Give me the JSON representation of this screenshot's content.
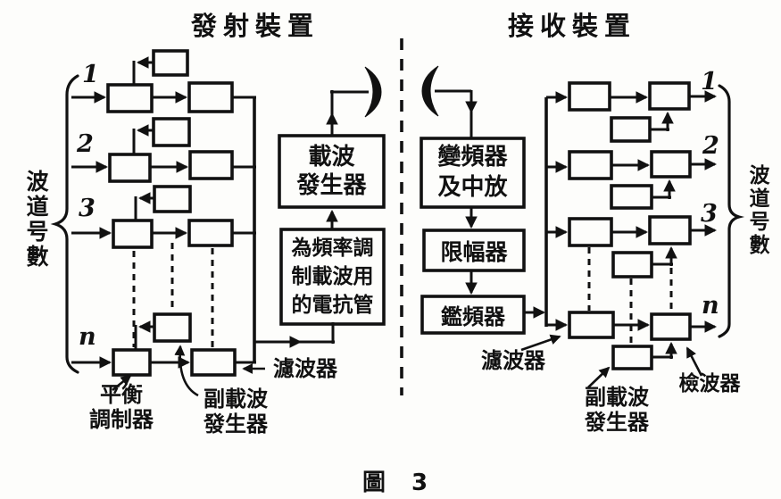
{
  "titles": {
    "transmitter": "發射裝置",
    "receiver": "接收裝置"
  },
  "caption": "圖 3",
  "side_labels": {
    "left": "波道号數",
    "right": "波道号數"
  },
  "channels": {
    "tx": [
      "1",
      "2",
      "3",
      "n"
    ],
    "rx": [
      "1",
      "2",
      "3",
      "n"
    ]
  },
  "tx": {
    "carrier_generator": "載波\n發生器",
    "reactance_tube": "為頻率調\n制載波用\n的電抗管",
    "balanced_modulator": "平衡\n調制器",
    "subcarrier_generator": "副載波\n發生器",
    "filter": "濾波器"
  },
  "rx": {
    "mixer_if": "變頻器\n及中放",
    "limiter": "限幅器",
    "discriminator": "鑑頻器",
    "filter": "濾波器",
    "subcarrier_generator": "副載波\n發生器",
    "detector": "檢波器"
  },
  "colors": {
    "ink": "#111111",
    "background": "#fdfdfb"
  }
}
